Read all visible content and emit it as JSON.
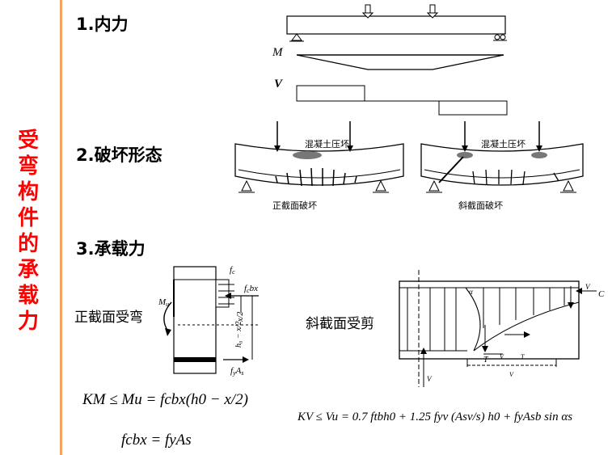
{
  "side_title": [
    "受",
    "弯",
    "构",
    "件",
    "的",
    "承",
    "载",
    "力"
  ],
  "headings": {
    "internal_force": "1.内力",
    "failure_mode": "2.破坏形态",
    "capacity": "3.承载力"
  },
  "diagram_labels": {
    "M": "M",
    "V": "V",
    "concrete_crush_1": "混凝土压坏",
    "concrete_crush_2": "混凝土压坏",
    "normal_section_failure": "正截面破坏",
    "oblique_section_failure": "斜截面破坏",
    "fc": "f",
    "fc_sub": "c",
    "fcbx": "f",
    "fcbx_rest": "bx",
    "Mu": "M",
    "Mu_sub": "u",
    "h0_x2": "h₀ − x/2",
    "x2": "x/2",
    "fyAs": "f",
    "fyAs_rest": "A",
    "Vc": "V",
    "C": "C",
    "T": "T",
    "Vsb": "V",
    "Tsb": "T",
    "Vsv": "V",
    "Vu": "V",
    "alpha": "α"
  },
  "captions": {
    "normal_bending": "正截面受弯",
    "oblique_shear": "斜截面受剪"
  },
  "formulas": {
    "bending_main": "KM ≤ Mu = fcbx(h0 − x/2)",
    "bending_eq": "fcbx = fyAs",
    "shear_main": "KV ≤ Vu = 0.7 ftbh0 + 1.25 fyv (Asv/s) h0 + fyAsb sin αs"
  },
  "colors": {
    "accent_line": "#f4a460",
    "side_title": "#ff0000"
  }
}
